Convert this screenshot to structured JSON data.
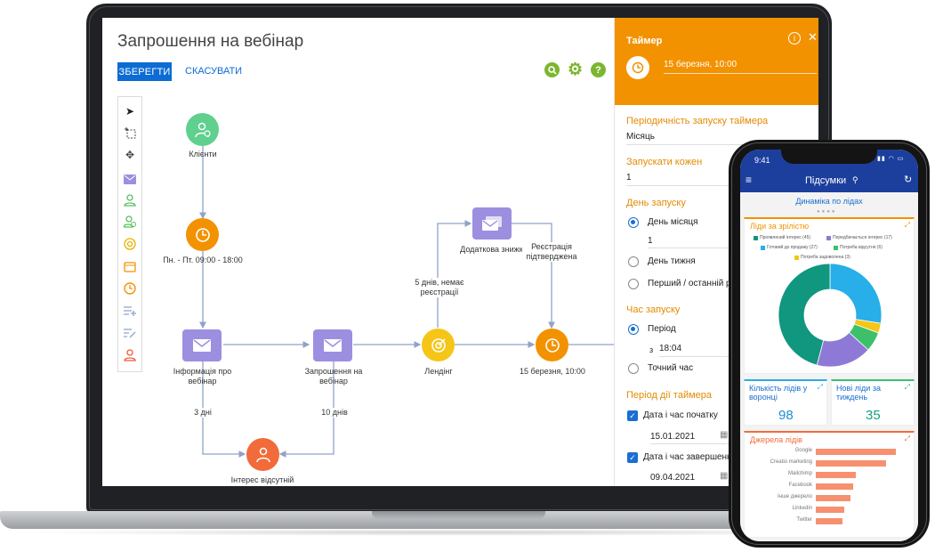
{
  "designer": {
    "title": "Запрошення на вебінар",
    "save_label": "ЗБЕРЕГТИ",
    "cancel_label": "СКАСУВАТИ",
    "nodes": {
      "clients": "Клієнти",
      "schedule": "Пн. - Пт. 09:00 - 18:00",
      "info_webinar": "Інформація про вебінар",
      "invite_webinar": "Запрошення на вебінар",
      "landing": "Лендінг",
      "discount": "Додаткова знижка",
      "registration": "Реєстрація підтверджена",
      "timer_node": "15 березня, 10:00",
      "no_interest": "Інтерес відсутній"
    },
    "edges": {
      "three_days": "3 дні",
      "ten_days": "10 днів",
      "five_days": "5 днів, немає реєстрації"
    }
  },
  "timer_panel": {
    "title": "Таймер",
    "header_date": "15 березня, 10:00",
    "periodicity_label": "Періодичність запуску таймера",
    "periodicity_value": "Місяць",
    "every_label": "Запускати кожен",
    "every_value": "1",
    "day_label": "День запуску",
    "day_options": [
      "День місяця",
      "День тижня",
      "Перший / останній ро"
    ],
    "day_of_month_value": "1",
    "time_label": "Час запуску",
    "time_options": [
      "Період",
      "Точний час"
    ],
    "period_prefix": "з",
    "period_value": "18:04",
    "validity_label": "Період дії таймера",
    "start_label": "Дата і час початку",
    "start_value": "15.01.2021",
    "end_label": "Дата і час завершення",
    "end_value": "09.04.2021"
  },
  "phone": {
    "time": "9:41",
    "app_title": "Підсумки",
    "dashboard_title": "Динаміка по лідах",
    "maturity": {
      "title": "Ліди за зрілістю",
      "legend": [
        {
          "label": "Проявлений інтерес (45)",
          "color": "#11967f",
          "value": 45
        },
        {
          "label": "Передбачається інтерес (17)",
          "color": "#8e7ad6",
          "value": 17
        },
        {
          "label": "Готовий до продажу (27)",
          "color": "#28aee8",
          "value": 27
        },
        {
          "label": "Потреба відсутня (6)",
          "color": "#3cc06a",
          "value": 6
        },
        {
          "label": "Потреба задоволена (3)",
          "color": "#f5c518",
          "value": 3
        }
      ]
    },
    "funnel": {
      "title": "Кількість лідів у воронці",
      "value": "98"
    },
    "weekly": {
      "title": "Нові ліди за тиждень",
      "value": "35"
    },
    "sources": {
      "title": "Джерела лідів",
      "items": [
        {
          "label": "Google",
          "value": 100
        },
        {
          "label": "Creatio marketing",
          "value": 88
        },
        {
          "label": "Mailchimp",
          "value": 50
        },
        {
          "label": "Facebook",
          "value": 47
        },
        {
          "label": "Інше джерело",
          "value": 43
        },
        {
          "label": "Linkedin",
          "value": 35
        },
        {
          "label": "Twitter",
          "value": 33
        }
      ]
    }
  }
}
